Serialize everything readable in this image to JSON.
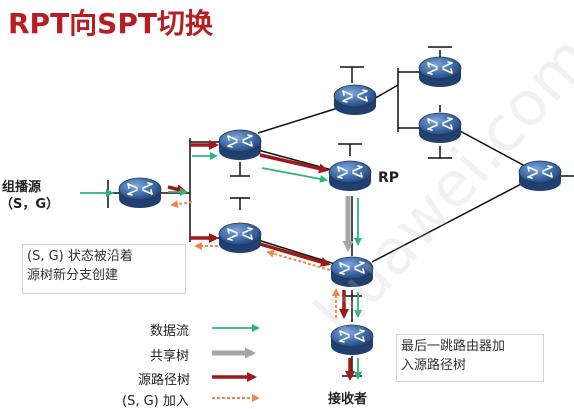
{
  "title": "RPT向SPT切换",
  "labels": {
    "source_line1": "组播源",
    "source_line2": "（S，G）",
    "rp": "RP",
    "receiver": "接收者"
  },
  "callouts": {
    "state_note_line1": "(S, G) 状态被沿着",
    "state_note_line2": "源树新分支创建",
    "last_hop_note_line1": "最后一跳路由器加",
    "last_hop_note_line2": "入源路径树"
  },
  "legend": [
    {
      "label": "数据流",
      "color": "#2db37e",
      "style": "solid-thin"
    },
    {
      "label": "共享树",
      "color": "#a6a6a6",
      "style": "solid-thick"
    },
    {
      "label": "源路径树",
      "color": "#a01919",
      "style": "solid-thick"
    },
    {
      "label": "(S, G) 加入",
      "color": "#f0874a",
      "style": "dashed"
    }
  ],
  "watermark": "huawei.com",
  "colors": {
    "title": "#b51f24",
    "data_flow": "#2db37e",
    "shared_tree": "#a6a6a6",
    "source_tree": "#a01919",
    "sg_join": "#f0874a",
    "router_dark": "#2e4f87",
    "router_light": "#6f9ad1"
  },
  "icons": [
    "router-icon",
    "arrow-icon"
  ]
}
